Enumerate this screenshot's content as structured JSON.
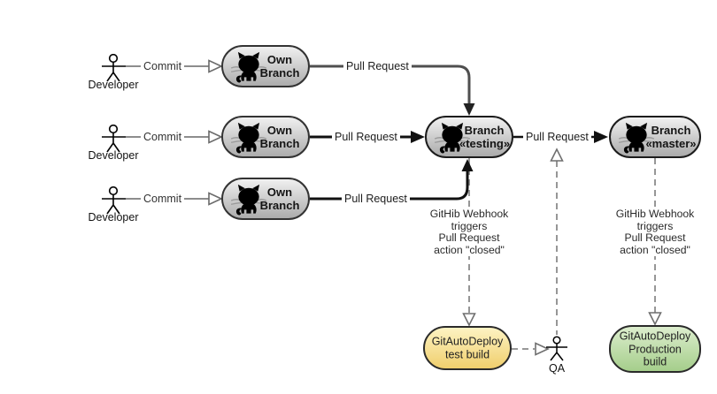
{
  "actors": {
    "developers": [
      {
        "label": "Developer"
      },
      {
        "label": "Developer"
      },
      {
        "label": "Developer"
      }
    ],
    "qa": {
      "label": "QA"
    }
  },
  "nodes": {
    "own_branch_1": {
      "lines": [
        "Own",
        "Branch"
      ]
    },
    "own_branch_2": {
      "lines": [
        "Own",
        "Branch"
      ]
    },
    "own_branch_3": {
      "lines": [
        "Own",
        "Branch"
      ]
    },
    "branch_testing": {
      "lines": [
        "Branch",
        "«testing»"
      ]
    },
    "branch_master": {
      "lines": [
        "Branch",
        "«master»"
      ]
    },
    "deploy_test": {
      "lines": [
        "GitAutoDeploy",
        "test build"
      ]
    },
    "deploy_production": {
      "lines": [
        "GitAutoDeploy",
        "Production",
        "build"
      ]
    }
  },
  "edges": {
    "commit_labels": [
      "Commit",
      "Commit",
      "Commit"
    ],
    "pull_request_labels": [
      "Pull Request",
      "Pull Request",
      "Pull Request",
      "Pull Request"
    ],
    "webhook_note_testing": [
      "GitHib Webhook",
      "triggers",
      "Pull Request",
      "action \"closed\""
    ],
    "webhook_note_master": [
      "GitHib Webhook",
      "triggers",
      "Pull Request",
      "action \"closed\""
    ]
  },
  "icons": {
    "octocat": "github-octocat-icon"
  },
  "colors": {
    "branch_node_gradient_top": "#f1f1f1",
    "branch_node_gradient_bottom": "#aaaaaa",
    "deploy_test_gradient_top": "#fdf3c3",
    "deploy_test_gradient_bottom": "#f0cf6d",
    "deploy_production_gradient_top": "#dcedcd",
    "deploy_production_gradient_bottom": "#a5ce8b",
    "solid_edge": "#111111",
    "primary_pull_edge": "#4f4f4f",
    "commit_edge": "#7d7d7d",
    "dashed_edge": "#8a8a8a"
  }
}
